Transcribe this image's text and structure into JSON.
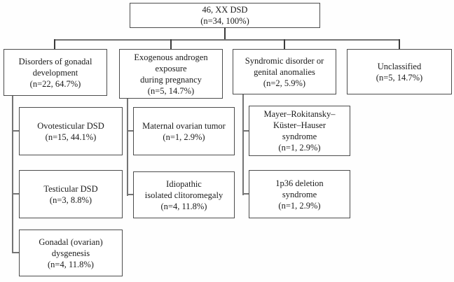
{
  "nodes": {
    "root": {
      "label": "46, XX DSD\n(n=34, 100%)"
    },
    "cat1": {
      "label": "Disorders of gonadal\ndevelopment\n(n=22, 64.7%)"
    },
    "cat2": {
      "label": "Exogenous androgen\nexposure\nduring pregnancy\n(n=5, 14.7%)"
    },
    "cat3": {
      "label": "Syndromic disorder or\ngenital anomalies\n(n=2, 5.9%)"
    },
    "cat4": {
      "label": "Unclassified\n(n=5, 14.7%)"
    },
    "c1a": {
      "label": "Ovotesticular DSD\n(n=15, 44.1%)"
    },
    "c1b": {
      "label": "Testicular DSD\n(n=3, 8.8%)"
    },
    "c1c": {
      "label": "Gonadal (ovarian)\ndysgenesis\n(n=4, 11.8%)"
    },
    "c2a": {
      "label": "Maternal ovarian tumor\n(n=1, 2.9%)"
    },
    "c2b": {
      "label": "Idiopathic\nisolated clitoromegaly\n(n=4, 11.8%)"
    },
    "c3a": {
      "label": "Mayer–Rokitansky–\nKüster–Hauser\nsyndrome\n(n=1, 2.9%)"
    },
    "c3b": {
      "label": "1p36 deletion\nsyndrome\n(n=1, 2.9%)"
    }
  },
  "colors": {
    "box_border": "#4c4c4c",
    "connector": "#747474",
    "text": "#1b1b1b",
    "background": "#ffffff"
  }
}
